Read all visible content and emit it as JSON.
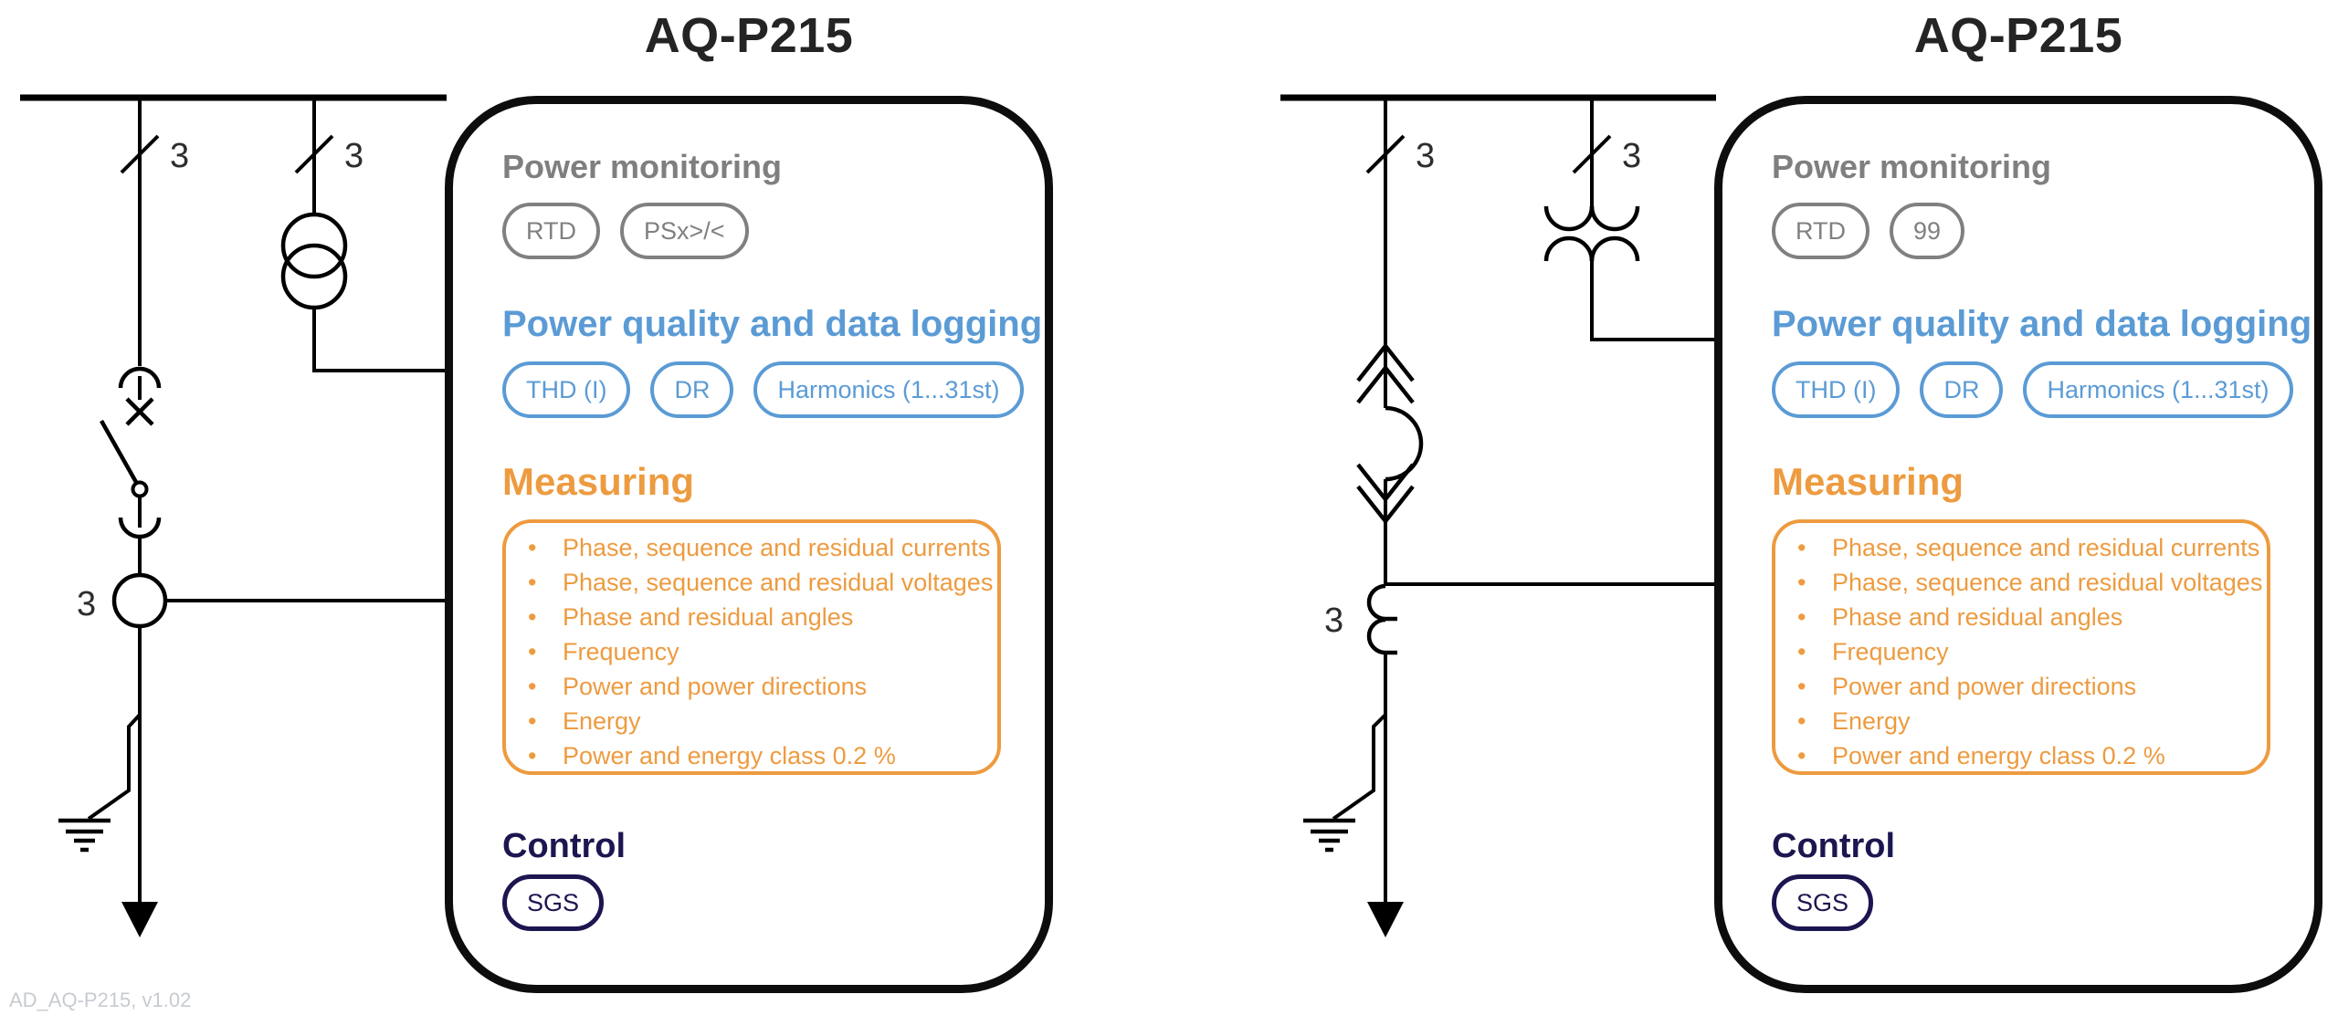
{
  "colors": {
    "line_black": "#000000",
    "heading_gray": "#7f7f7f",
    "accent_blue": "#5b9bd5",
    "accent_orange": "#ed9b40",
    "accent_navy": "#1c1650"
  },
  "version_label": "AD_AQ-P215, v1.02",
  "diagram": {
    "phase_label": "3"
  },
  "panels": {
    "left": {
      "title": "AQ-P215",
      "sections": {
        "power_monitoring": {
          "heading": "Power monitoring",
          "pills": [
            "RTD",
            "PSx>/<"
          ]
        },
        "power_quality": {
          "heading": "Power quality and data logging",
          "pills": [
            "THD (I)",
            "DR",
            "Harmonics (1...31st)"
          ]
        },
        "measuring": {
          "heading": "Measuring",
          "items": [
            "Phase, sequence and residual currents",
            "Phase, sequence and residual voltages",
            "Phase and residual angles",
            "Frequency",
            "Power and power directions",
            "Energy",
            "Power and energy class 0.2 %"
          ]
        },
        "control": {
          "heading": "Control",
          "pills": [
            "SGS"
          ]
        }
      }
    },
    "right": {
      "title": "AQ-P215",
      "sections": {
        "power_monitoring": {
          "heading": "Power monitoring",
          "pills": [
            "RTD",
            "99"
          ]
        },
        "power_quality": {
          "heading": "Power quality and data logging",
          "pills": [
            "THD (I)",
            "DR",
            "Harmonics (1...31st)"
          ]
        },
        "measuring": {
          "heading": "Measuring",
          "items": [
            "Phase, sequence and residual currents",
            "Phase, sequence and residual voltages",
            "Phase and residual angles",
            "Frequency",
            "Power and power directions",
            "Energy",
            "Power and energy class 0.2 %"
          ]
        },
        "control": {
          "heading": "Control",
          "pills": [
            "SGS"
          ]
        }
      }
    }
  }
}
